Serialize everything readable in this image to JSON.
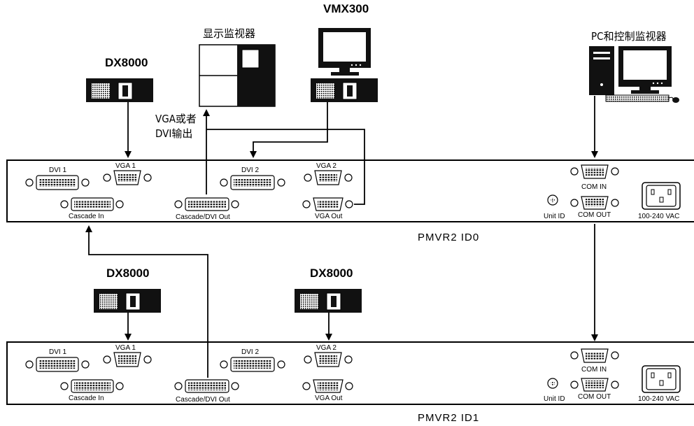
{
  "devices": {
    "dx8000_top": "DX8000",
    "display_monitor": "显示监视器",
    "vmx300": "VMX300",
    "pc_monitor": "PC和控制监视器",
    "dx8000_b1": "DX8000",
    "dx8000_b2": "DX8000"
  },
  "annotations": {
    "vga_or_dvi_line1": "VGA或者",
    "vga_or_dvi_line2": "DVI输出"
  },
  "panels": [
    {
      "id": "PMVR2  ID0",
      "ports": {
        "dvi1": "DVI 1",
        "vga1": "VGA 1",
        "cascade_in": "Cascade In",
        "cascade_out": "Cascade/DVI Out",
        "dvi2": "DVI 2",
        "vga2": "VGA 2",
        "vga_out": "VGA Out",
        "unit_id": "Unit ID",
        "com_in": "COM IN",
        "com_out": "COM OUT",
        "power": "100-240 VAC"
      }
    },
    {
      "id": "PMVR2  ID1",
      "ports": {
        "dvi1": "DVI 1",
        "vga1": "VGA 1",
        "cascade_in": "Cascade In",
        "cascade_out": "Cascade/DVI Out",
        "dvi2": "DVI 2",
        "vga2": "VGA 2",
        "vga_out": "VGA Out",
        "unit_id": "Unit ID",
        "com_in": "COM IN",
        "com_out": "COM OUT",
        "power": "100-240 VAC"
      }
    }
  ]
}
